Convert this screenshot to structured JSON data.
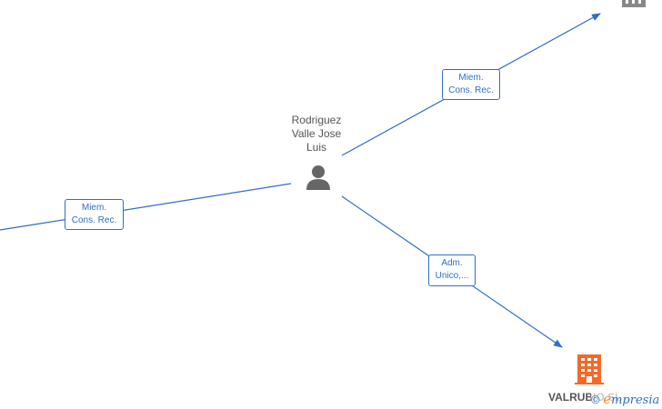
{
  "person": {
    "name_lines": [
      "Rodriguez",
      "Valle Jose",
      "Luis"
    ],
    "icon": "person-icon"
  },
  "edges": [
    {
      "id": "edge-top-right",
      "label_lines": [
        "Miem.",
        "Cons. Rec."
      ]
    },
    {
      "id": "edge-left",
      "label_lines": [
        "Miem.",
        "Cons. Rec."
      ]
    },
    {
      "id": "edge-bottom-right",
      "label_lines": [
        "Adm.",
        "Unico,..."
      ]
    }
  ],
  "companies": [
    {
      "id": "company-top-right",
      "name": "",
      "icon": "building-icon",
      "color": "#888888"
    },
    {
      "id": "company-valrubio",
      "name": "VALRUBIO SL",
      "icon": "building-icon",
      "color": "#f26a2a"
    }
  ],
  "watermark": {
    "copyright": "©",
    "e": "e",
    "rest": "mpresia"
  },
  "colors": {
    "edge": "#2f6fc4",
    "person": "#666666",
    "text": "#555555"
  }
}
